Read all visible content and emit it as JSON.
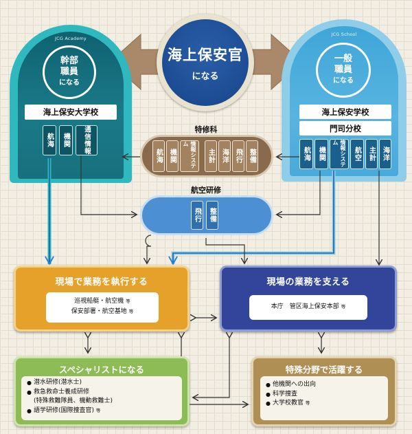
{
  "center": {
    "title": "海上保安官",
    "subtitle": "になる"
  },
  "academy": {
    "tag": "JCG Academy",
    "ring_lines": [
      "幹部",
      "職員",
      "になる"
    ],
    "school": "海上保安大学校",
    "courses": [
      "航海",
      "機関",
      "通信情報"
    ]
  },
  "school": {
    "tag": "JCG School",
    "ring_lines": [
      "一般",
      "職員",
      "になる"
    ],
    "school": "海上保安学校",
    "branch": "門司分校",
    "courses": [
      "航海",
      "機関",
      "情報システム",
      "航空",
      "主計",
      "海洋"
    ]
  },
  "special_training": {
    "label": "特修科",
    "courses": [
      "航海",
      "機関",
      "情報システム",
      "主計",
      "海洋",
      "飛行",
      "整備"
    ]
  },
  "aviation_training": {
    "label": "航空研修",
    "courses": [
      "飛行",
      "整備"
    ]
  },
  "execute": {
    "title": "現場で業務を執行する",
    "lines": [
      "巡視船艇・航空機",
      "保安部署・航空基地"
    ],
    "etc": "等"
  },
  "support": {
    "title": "現場の業務を支える",
    "line": "本庁　管区海上保安本部",
    "etc": "等"
  },
  "specialist": {
    "title": "スペシャリストになる",
    "items": [
      {
        "text": "潜水研修(潜水士)",
        "bullet": true
      },
      {
        "text": "救急救命士養成研修",
        "bullet": true
      },
      {
        "text": "(特殊救難隊員、機動救難士)",
        "bullet": false
      },
      {
        "text": "語学研修(国際捜査官)",
        "bullet": true,
        "etc": "等"
      }
    ]
  },
  "special_field": {
    "title": "特殊分野で活躍する",
    "items": [
      {
        "text": "他機関への出向"
      },
      {
        "text": "科学捜査"
      },
      {
        "text": "大学校教官",
        "etc": "等"
      }
    ]
  },
  "colors": {
    "academy": "#1a7a88",
    "academy_outer": "#2fb8be",
    "school": "#4aa9d9",
    "center": "#1d4c93",
    "arrow": "#a9896a",
    "special_training": "#8a6a4c",
    "aviation_training": "#4d8fd3",
    "execute": "#e6a12b",
    "support": "#33459a",
    "specialist": "#8dbb55",
    "special_field": "#b08f54"
  }
}
